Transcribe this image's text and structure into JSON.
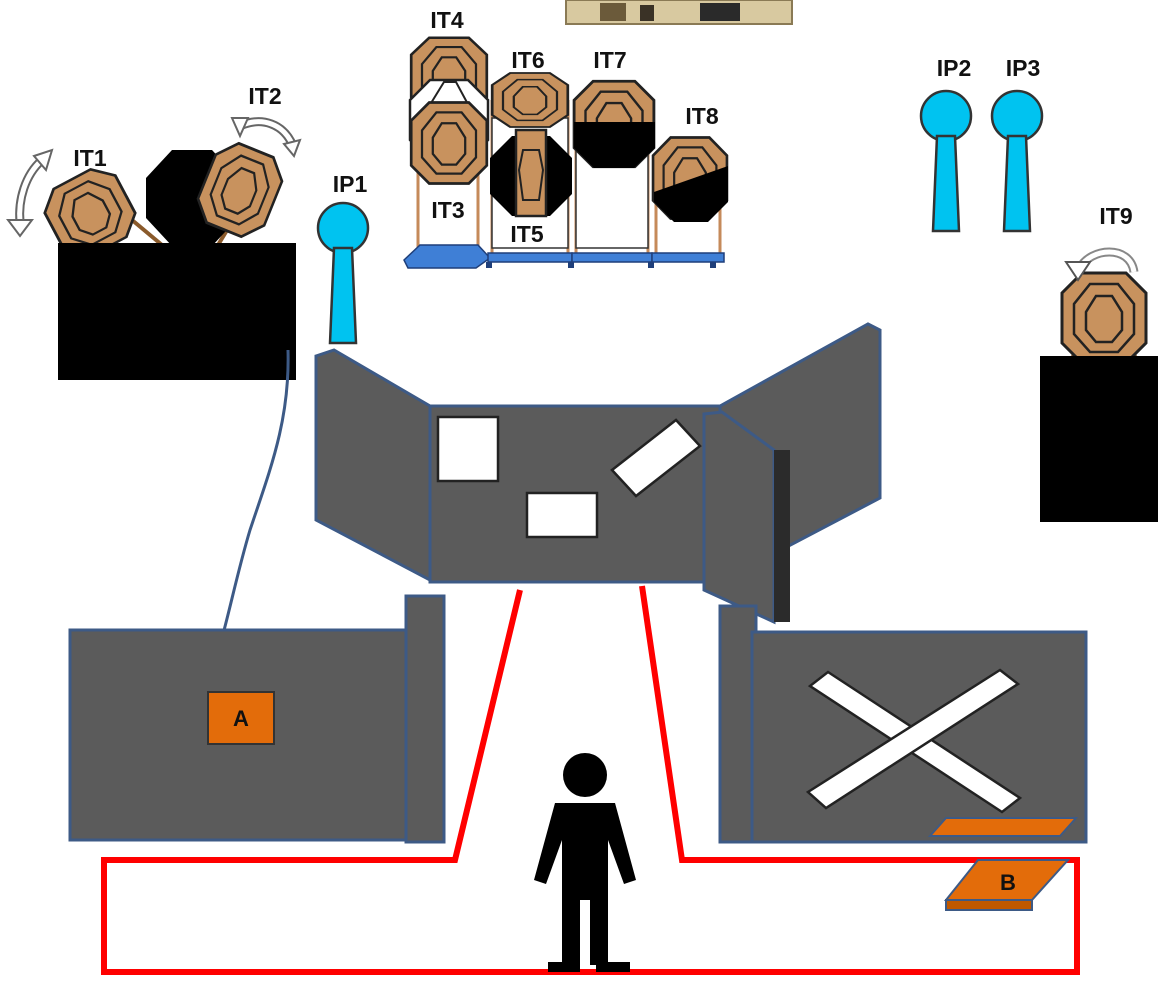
{
  "labels": {
    "it1": "IT1",
    "it2": "IT2",
    "it3": "IT3",
    "it4": "IT4",
    "it5": "IT5",
    "it6": "IT6",
    "it7": "IT7",
    "it8": "IT8",
    "it9": "IT9",
    "ip1": "IP1",
    "ip2": "IP2",
    "ip3": "IP3",
    "box_a": "A",
    "box_b": "B"
  },
  "colors": {
    "steel_target": "#c8925e",
    "steel_outline": "#222222",
    "no_shoot_black": "#000000",
    "popper": "#00c3f0",
    "wall": "#5b5b5b",
    "wall_edge": "#3d5a86",
    "fault_line": "#ff0000",
    "box_orange": "#e36c0a",
    "stand_blue": "#3f7fd6"
  },
  "icons": [
    "rotation-arrow-icon",
    "shooter-silhouette-icon",
    "popper-icon",
    "steel-target-icon"
  ]
}
